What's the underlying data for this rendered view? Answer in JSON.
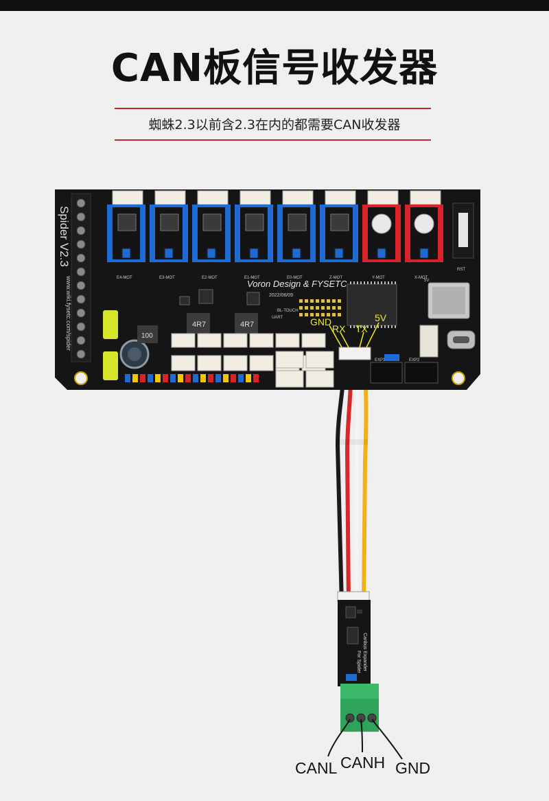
{
  "header": {
    "title": "CAN板信号收发器",
    "subtitle": "蜘蛛2.3以前含2.3在内的都需要CAN收发器"
  },
  "board": {
    "name": "Spider V2.3",
    "url": "www.wiki.fysetc.com/spider",
    "brand": "Voron Design & FYSETC",
    "date": "2022/06/09",
    "motor_labels": [
      "E4-MOT",
      "E3-MOT",
      "E2-MOT",
      "E1-MOT",
      "E0-MOT",
      "Z-MOT",
      "Y-MOT",
      "X-MOT"
    ],
    "inductor_label": "4R7",
    "inductor_label_2": "4R7",
    "big_inductor": "100",
    "bltouch": "BL-TOUCH",
    "uart": "UART",
    "rst": "RST",
    "v5": "5V",
    "exp1": "EXP1",
    "exp2": "EXP2"
  },
  "pins": {
    "gnd": "GND",
    "rx": "RX",
    "tx": "TX",
    "v5": "5V",
    "label_color": "#f2ea1a"
  },
  "module": {
    "name": "Canbus Expander",
    "sub": "For Spider"
  },
  "terminals": {
    "canl": "CANL",
    "canh": "CANH",
    "gnd": "GND"
  },
  "colors": {
    "accent_rule": "#c0272d",
    "board": "#151515",
    "driver_blue": "#1f6bd6",
    "driver_red": "#d8232a",
    "wire_black": "#1a1a1a",
    "wire_red": "#d42a2a",
    "wire_white": "#f4f4f4",
    "wire_yellow": "#f2b016",
    "terminal_green": "#2fa35a"
  }
}
